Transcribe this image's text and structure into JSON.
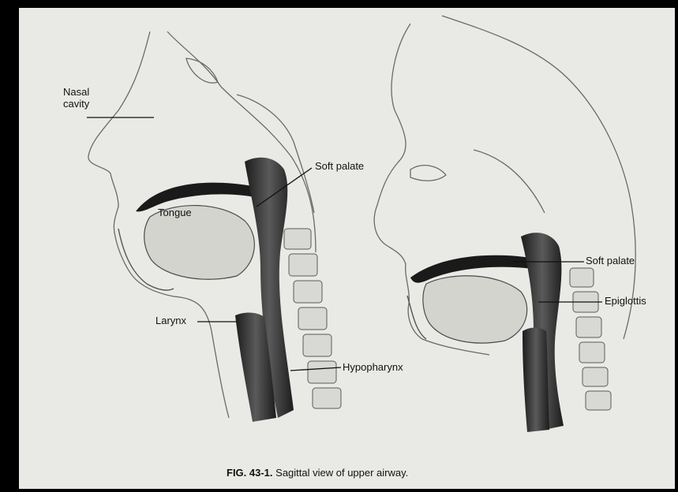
{
  "labels": {
    "nasal_cavity_line1": "Nasal",
    "nasal_cavity_line2": "cavity",
    "soft_palate_left": "Soft palate",
    "tongue": "Tongue",
    "larynx": "Larynx",
    "hypopharynx": "Hypopharynx",
    "soft_palate_right": "Soft palate",
    "epiglottis": "Epiglottis"
  },
  "caption": {
    "figure_number": "FIG. 43-1.",
    "text": "Sagittal view of upper airway."
  },
  "colors": {
    "background": "#000000",
    "paper": "#e9e9e6",
    "ink": "#111111",
    "airway_shade": "#2a2a2a"
  }
}
